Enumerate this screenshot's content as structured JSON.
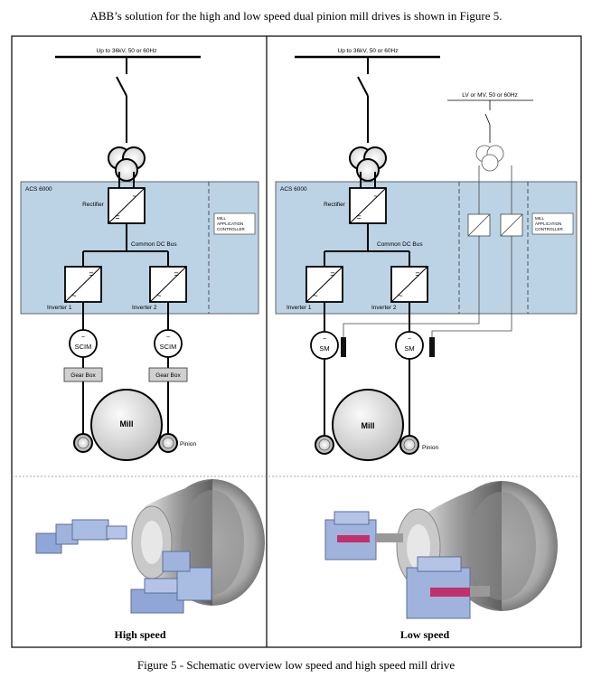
{
  "intro_text": "ABB’s solution for the high and low speed dual pinion mill drives is shown in Figure 5.",
  "caption": "Figure 5 - Schematic overview low speed and high speed mill drive",
  "left_panel": {
    "supply": "Up to 36kV, 50 or 60Hz",
    "acs": "ACS 6000",
    "rectifier": "Rectifier",
    "dc_bus": "Common DC Bus",
    "controller": [
      "MILL",
      "APPLICATION",
      "CONTROLLER"
    ],
    "inverter1": "Inverter 1",
    "inverter2": "Inverter 2",
    "motor1": "SCIM",
    "motor2": "SCIM",
    "gearbox1": "Gear Box",
    "gearbox2": "Gear Box",
    "mill": "Mill",
    "pinion": "Pinion",
    "photo_label": "High speed"
  },
  "right_panel": {
    "supply": "Up to 36kV, 50 or 60Hz",
    "aux_supply": "LV or MV, 50 or 60Hz",
    "acs": "ACS 6000",
    "rectifier": "Rectifier",
    "dc_bus": "Common DC Bus",
    "controller": [
      "MILL",
      "APPLICATION",
      "CONTROLLER"
    ],
    "inverter1": "Inverter 1",
    "inverter2": "Inverter 2",
    "motor1": "SM",
    "motor2": "SM",
    "mill": "Mill",
    "pinion": "Pinion",
    "photo_label": "Low speed"
  },
  "colors": {
    "acs_fill": "#bcd3e6",
    "machine_blue": "#8fa6d6",
    "gearbox_fill": "#d0d0d0",
    "mill_gray": "#d9d9d9"
  }
}
